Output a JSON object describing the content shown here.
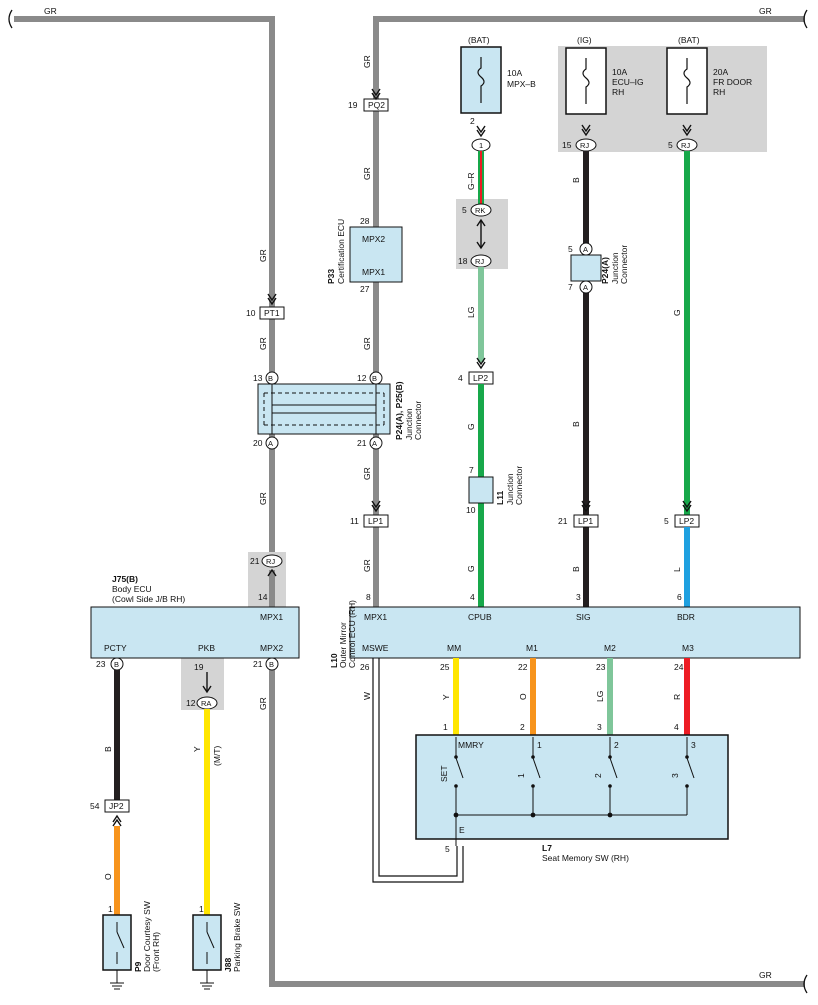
{
  "bus_wire": "GR",
  "colors": {
    "gray": "#8a8a8a",
    "box": "#c9e6f2",
    "shade": "#d4d4d4",
    "black": "#231f20",
    "green": "#17a84a",
    "light_green": "#7fc69a",
    "yellow": "#ffe600",
    "orange": "#f7941d",
    "red": "#ed1c24",
    "blue": "#1ea0e0"
  },
  "fuses": [
    {
      "supply": "(BAT)",
      "rating": "10A",
      "name": "MPX–B"
    },
    {
      "supply": "(IG)",
      "rating": "10A",
      "name": "ECU–IG",
      "sub": "RH"
    },
    {
      "supply": "(BAT)",
      "rating": "20A",
      "name": "FR DOOR",
      "sub": "RH"
    }
  ],
  "connectors": {
    "pq2": {
      "pin": "19",
      "id": "PQ2"
    },
    "pt1": {
      "pin": "10",
      "id": "PT1"
    },
    "lp1_a": {
      "pin": "11",
      "id": "LP1"
    },
    "lp1_b": {
      "pin": "21",
      "id": "LP1"
    },
    "lp2_a": {
      "pin": "4",
      "id": "LP2"
    },
    "lp2_b": {
      "pin": "5",
      "id": "LP2"
    },
    "rj_a": {
      "pin": "21",
      "id": "RJ"
    },
    "rj_b": {
      "pin": "18",
      "id": "RJ"
    },
    "rj_c": {
      "pin": "15",
      "id": "RJ"
    },
    "rj_d": {
      "pin": "5",
      "id": "RJ"
    },
    "rk": {
      "pin": "5",
      "id": "RK"
    },
    "c1": {
      "pin": "2",
      "id": "1"
    },
    "jp2": {
      "pin": "54",
      "id": "JP2"
    },
    "ra": {
      "pin": "12",
      "id": "RA"
    }
  },
  "components": {
    "p33": {
      "id": "P33",
      "name": "Certification ECU",
      "pin_top": "28",
      "pin_bottom": "27",
      "label_top": "MPX2",
      "label_bottom": "MPX1"
    },
    "p24p25": {
      "id": "P24(A), P25(B)",
      "name": "Junction",
      "name2": "Connector",
      "pins": [
        "13",
        "12",
        "20",
        "21"
      ],
      "letters": [
        "B",
        "B",
        "A",
        "A"
      ]
    },
    "p24a": {
      "id": "P24(A)",
      "name": "Junction",
      "name2": "Connector",
      "pins": [
        "5",
        "7"
      ],
      "letters": [
        "A",
        "A"
      ]
    },
    "l11": {
      "id": "L11",
      "name": "Junction",
      "name2": "Connector",
      "pins": [
        "7",
        "10"
      ]
    },
    "j75": {
      "id": "J75(B)",
      "name": "Body ECU",
      "name2": "(Cowl Side J/B RH)",
      "pins": {
        "mpx1": "14",
        "pcty": "23",
        "pkb": "19",
        "mpx2": "21"
      },
      "letters": {
        "pcty": "B",
        "mpx2": "B"
      },
      "labels": {
        "mpx1": "MPX1",
        "pcty": "PCTY",
        "pkb": "PKB",
        "mpx2": "MPX2"
      }
    },
    "l10": {
      "id": "L10",
      "name": "Outer Mirror",
      "name2": "Control ECU (RH)",
      "top_pins": [
        "8",
        "4",
        "3",
        "6"
      ],
      "top_labels": [
        "MPX1",
        "CPUB",
        "SIG",
        "BDR"
      ],
      "bottom_pins": [
        "26",
        "25",
        "22",
        "23",
        "24"
      ],
      "bottom_labels": [
        "MSWE",
        "MM",
        "M1",
        "M2",
        "M3"
      ]
    },
    "l7": {
      "id": "L7",
      "name": "Seat Memory SW (RH)",
      "top_pins": [
        "1",
        "2",
        "3",
        "4"
      ],
      "switch_labels": [
        "MMRY",
        "1",
        "2",
        "3"
      ],
      "side_labels": [
        "SET",
        "1",
        "2",
        "3"
      ],
      "ground_pin": "5",
      "ground_label": "E"
    },
    "p9": {
      "id": "P9",
      "name": "Door Courtesy SW",
      "name2": "(Front RH)",
      "pin": "1"
    },
    "j88": {
      "id": "J88",
      "name": "Parking Brake SW",
      "pin": "1"
    }
  },
  "wire_labels": {
    "gr": "GR",
    "g_r": "G–R",
    "lg": "LG",
    "g": "G",
    "b": "B",
    "l": "L",
    "w": "W",
    "y": "Y",
    "o": "O",
    "r": "R",
    "mt": "(M/T)"
  }
}
